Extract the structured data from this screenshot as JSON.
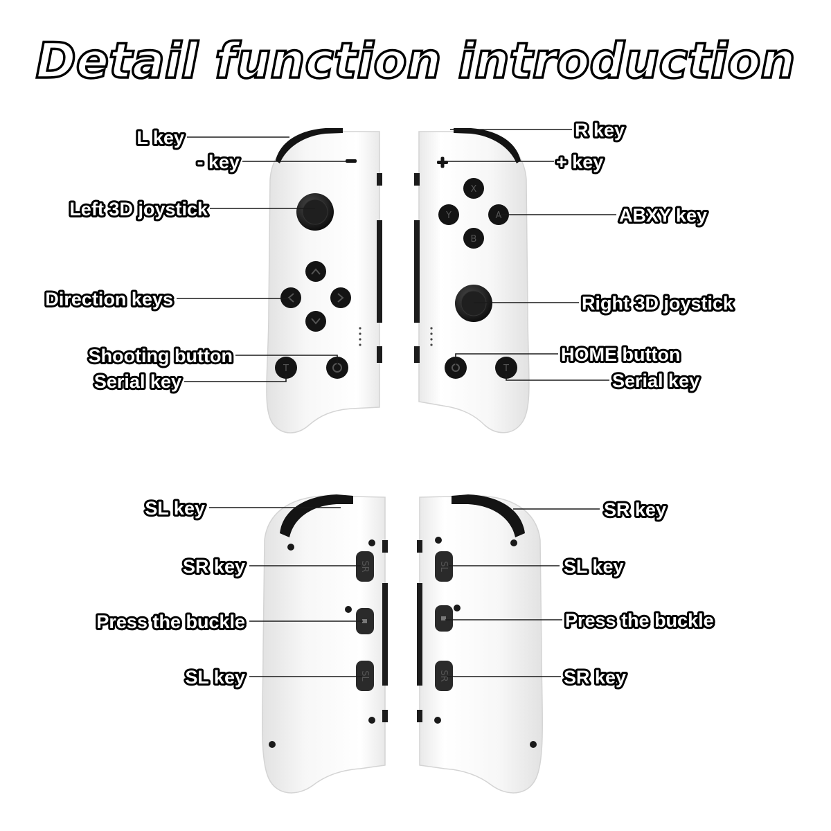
{
  "title": "Detail function introduction",
  "front_labels": {
    "l_key": "L key",
    "minus_key": "- key",
    "left_joystick": "Left 3D joystick",
    "direction_keys": "Direction keys",
    "shooting_button": "Shooting button",
    "serial_key_left": "Serial key",
    "r_key": "R key",
    "plus_key": "+ key",
    "abxy_key": "ABXY key",
    "right_joystick": "Right 3D joystick",
    "home_button": "HOME button",
    "serial_key_right": "Serial key"
  },
  "back_labels": {
    "sl_key_top_left": "SL key",
    "sr_key_left": "SR key",
    "press_buckle_left": "Press the buckle",
    "sl_key_left": "SL key",
    "sr_key_top_right": "SR key",
    "sl_key_right": "SL key",
    "press_buckle_right": "Press the buckle",
    "sr_key_right": "SR key"
  },
  "button_glyphs": {
    "x": "X",
    "y": "Y",
    "a": "A",
    "b": "B",
    "t": "T",
    "sl": "SL",
    "sr": "SR"
  },
  "colors": {
    "shell": "#f4f4f4",
    "button": "#141414",
    "rail": "#1c1c1c"
  },
  "icons": [
    "joystick-icon",
    "dpad-icon",
    "abxy-icon",
    "home-icon",
    "capture-icon",
    "turbo-icon"
  ]
}
